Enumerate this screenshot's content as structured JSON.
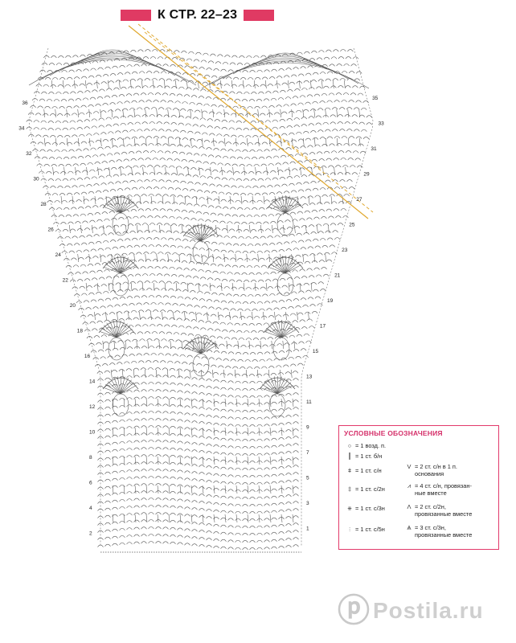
{
  "header": {
    "title": "К СТР. 22–23",
    "accent_color": "#e03a63"
  },
  "legend": {
    "title": "УСЛОВНЫЕ ОБОЗНАЧЕНИЯ",
    "border_color": "#e23a6b",
    "items_left": [
      {
        "icon": "chain-stitch-icon",
        "label": "= 1 возд. п."
      },
      {
        "icon": "single-crochet-icon",
        "label": "= 1 ст. б/н"
      },
      {
        "icon": "double-crochet-icon",
        "label": "= 1 ст. с/н"
      },
      {
        "icon": "treble-crochet-icon",
        "label": "= 1 ст. с/2н"
      },
      {
        "icon": "double-treble-icon",
        "label": "= 1 ст. с/3н"
      },
      {
        "icon": "quintuple-treble-icon",
        "label": "= 1 ст. с/5н"
      }
    ],
    "items_right": [
      {
        "icon": "two-dc-in-one-icon",
        "line1": "= 2 ст. с/н в 1 п.",
        "line2": "основания"
      },
      {
        "icon": "four-dc-together-icon",
        "line1": "= 4 ст. с/н, провязан-",
        "line2": "ные вместе"
      },
      {
        "icon": "two-tr-together-icon",
        "line1": "= 2 ст. с/2н,",
        "line2": "провязанные вместе"
      },
      {
        "icon": "three-dtr-together-icon",
        "line1": "= 3 ст. с/3н,",
        "line2": "провязанные вместе"
      }
    ]
  },
  "row_numbers_left": [
    "36",
    "34",
    "32",
    "30",
    "28",
    "26",
    "24",
    "22",
    "20",
    "18",
    "16",
    "14",
    "12",
    "10",
    "8",
    "6",
    "4",
    "2"
  ],
  "row_numbers_right": [
    "35",
    "33",
    "31",
    "29",
    "27",
    "25",
    "23",
    "21",
    "19",
    "17",
    "15",
    "13",
    "11",
    "9",
    "7",
    "5",
    "3",
    "1"
  ],
  "watermark": {
    "text": "Postila.ru",
    "icon": "postila-logo-icon"
  },
  "colors": {
    "guide_line": "#e0a82e",
    "stitch": "#555555"
  }
}
